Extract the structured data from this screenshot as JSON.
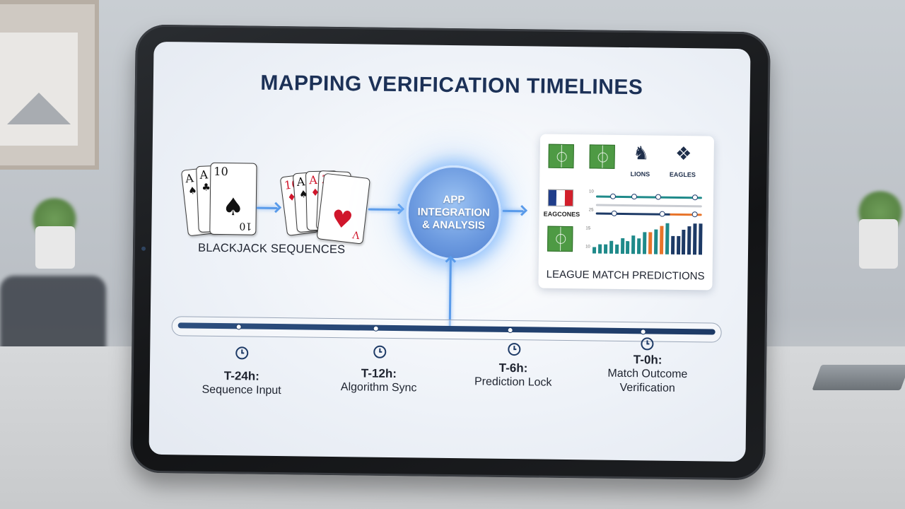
{
  "title": "MAPPING VERIFICATION TIMELINES",
  "blackjack": {
    "label": "BLACKJACK SEQUENCES",
    "hand1": [
      {
        "rank": "A",
        "suit": "♠",
        "color": "black"
      },
      {
        "rank": "A",
        "suit": "♣",
        "color": "black"
      },
      {
        "rank": "10",
        "suit": "♠",
        "color": "black"
      }
    ],
    "hand2": [
      {
        "rank": "10",
        "suit": "♦",
        "color": "red"
      },
      {
        "rank": "A",
        "suit": "♠",
        "color": "black"
      },
      {
        "rank": "A",
        "suit": "♦",
        "color": "red"
      },
      {
        "rank": "Z",
        "suit": "♦",
        "color": "red"
      },
      {
        "rank": "V",
        "suit": "♥",
        "color": "red"
      }
    ]
  },
  "core": {
    "line1": "APP",
    "line2": "INTEGRATION",
    "line3": "& ANALYSIS"
  },
  "predictions": {
    "caption": "LEAGUE MATCH PREDICTIONS",
    "team1": "LIONS",
    "team2": "EAGLES",
    "row_label": "EAGCONES",
    "axis_ticks": [
      "10",
      "25",
      "15",
      "10"
    ],
    "bar_values": [
      2,
      3,
      3,
      4,
      3,
      5,
      4,
      6,
      5,
      7,
      7,
      8,
      9,
      10,
      6,
      6,
      8,
      9,
      10,
      10
    ]
  },
  "timeline": {
    "steps": [
      {
        "time": "T-24h:",
        "desc": "Sequence Input"
      },
      {
        "time": "T-12h:",
        "desc": "Algorithm Sync"
      },
      {
        "time": "T-6h:",
        "desc": "Prediction Lock"
      },
      {
        "time": "T-0h:",
        "desc": "Match Outcome Verification"
      }
    ]
  },
  "colors": {
    "accent": "#5a9bea",
    "navy": "#1d3a66",
    "teal": "#1f8a8a",
    "orange": "#e8742a"
  }
}
